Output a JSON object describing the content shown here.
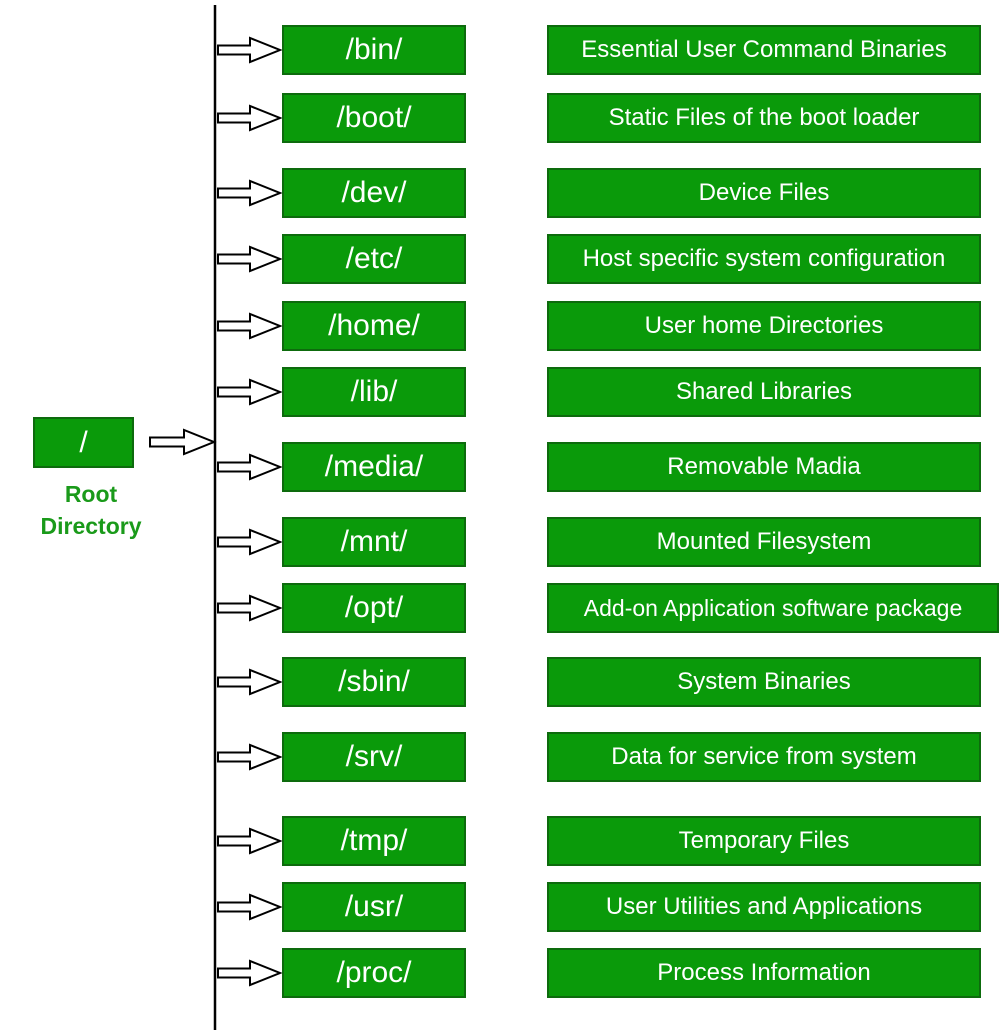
{
  "root": {
    "label": "/",
    "caption_line1": "Root",
    "caption_line2": "Directory"
  },
  "directories": [
    {
      "name": "/bin/",
      "description": "Essential User Command Binaries"
    },
    {
      "name": "/boot/",
      "description": "Static Files of the boot loader"
    },
    {
      "name": "/dev/",
      "description": "Device Files"
    },
    {
      "name": "/etc/",
      "description": "Host specific system configuration"
    },
    {
      "name": "/home/",
      "description": "User home Directories"
    },
    {
      "name": "/lib/",
      "description": "Shared Libraries"
    },
    {
      "name": "/media/",
      "description": "Removable Madia"
    },
    {
      "name": "/mnt/",
      "description": "Mounted Filesystem"
    },
    {
      "name": "/opt/",
      "description": "Add-on Application software package"
    },
    {
      "name": "/sbin/",
      "description": "System Binaries"
    },
    {
      "name": "/srv/",
      "description": "Data for service from system"
    },
    {
      "name": "/tmp/",
      "description": "Temporary Files"
    },
    {
      "name": "/usr/",
      "description": "User Utilities and Applications"
    },
    {
      "name": "/proc/",
      "description": "Process Information"
    }
  ],
  "colors": {
    "box_fill": "#0a9a0a",
    "box_border": "#0d6b0d",
    "caption": "#1a9a1a",
    "line": "#000000"
  }
}
